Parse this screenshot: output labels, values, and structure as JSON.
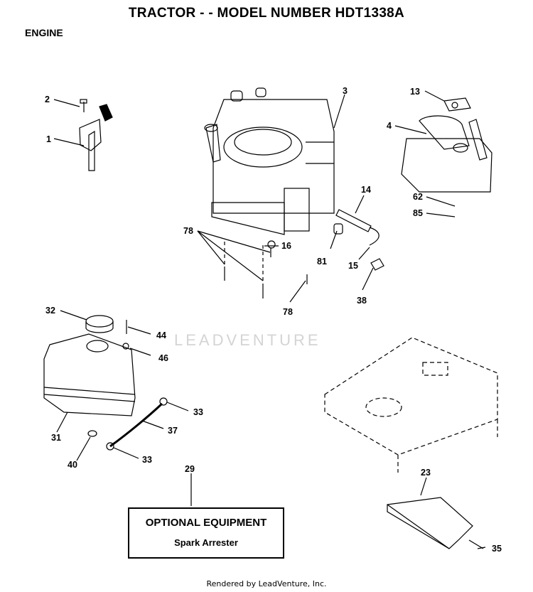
{
  "header": {
    "title": "TRACTOR - - MODEL NUMBER HDT1338A",
    "section": "ENGINE"
  },
  "callouts": {
    "c1": "1",
    "c2": "2",
    "c3": "3",
    "c4": "4",
    "c13": "13",
    "c14": "14",
    "c15": "15",
    "c16": "16",
    "c23": "23",
    "c29": "29",
    "c31": "31",
    "c32": "32",
    "c33a": "33",
    "c33b": "33",
    "c35": "35",
    "c37": "37",
    "c38": "38",
    "c40": "40",
    "c44": "44",
    "c46": "46",
    "c62": "62",
    "c78a": "78",
    "c78b": "78",
    "c81": "81",
    "c85": "85"
  },
  "optional_equipment": {
    "title": "OPTIONAL EQUIPMENT",
    "item": "Spark Arrester"
  },
  "watermark": "LEADVENTURE",
  "footer": "Rendered by LeadVenture, Inc."
}
